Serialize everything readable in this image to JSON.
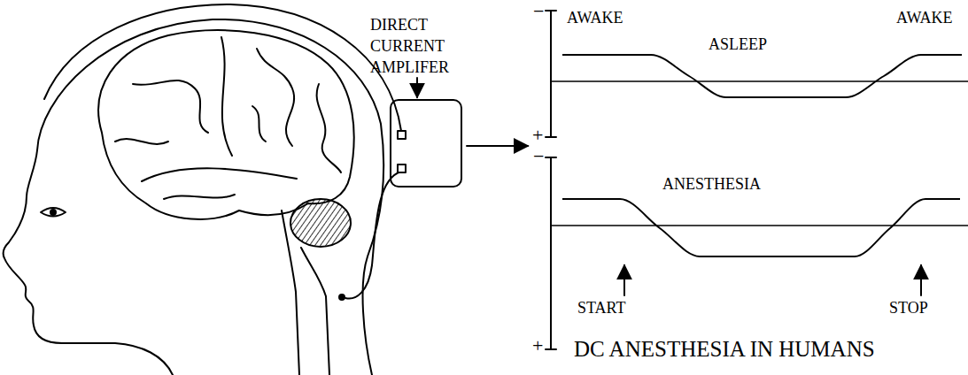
{
  "diagram": {
    "title": "DC ANESTHESIA IN HUMANS",
    "nodes": [
      {
        "text": [
          "DIRECT CURRENT AMPLIFER"
        ]
      }
    ],
    "labels": [
      "−",
      "AWAKE",
      "ASLEEP",
      "AWAKE",
      "+",
      "−",
      "ANESTHESIA",
      "+",
      "START",
      "STOP"
    ]
  }
}
